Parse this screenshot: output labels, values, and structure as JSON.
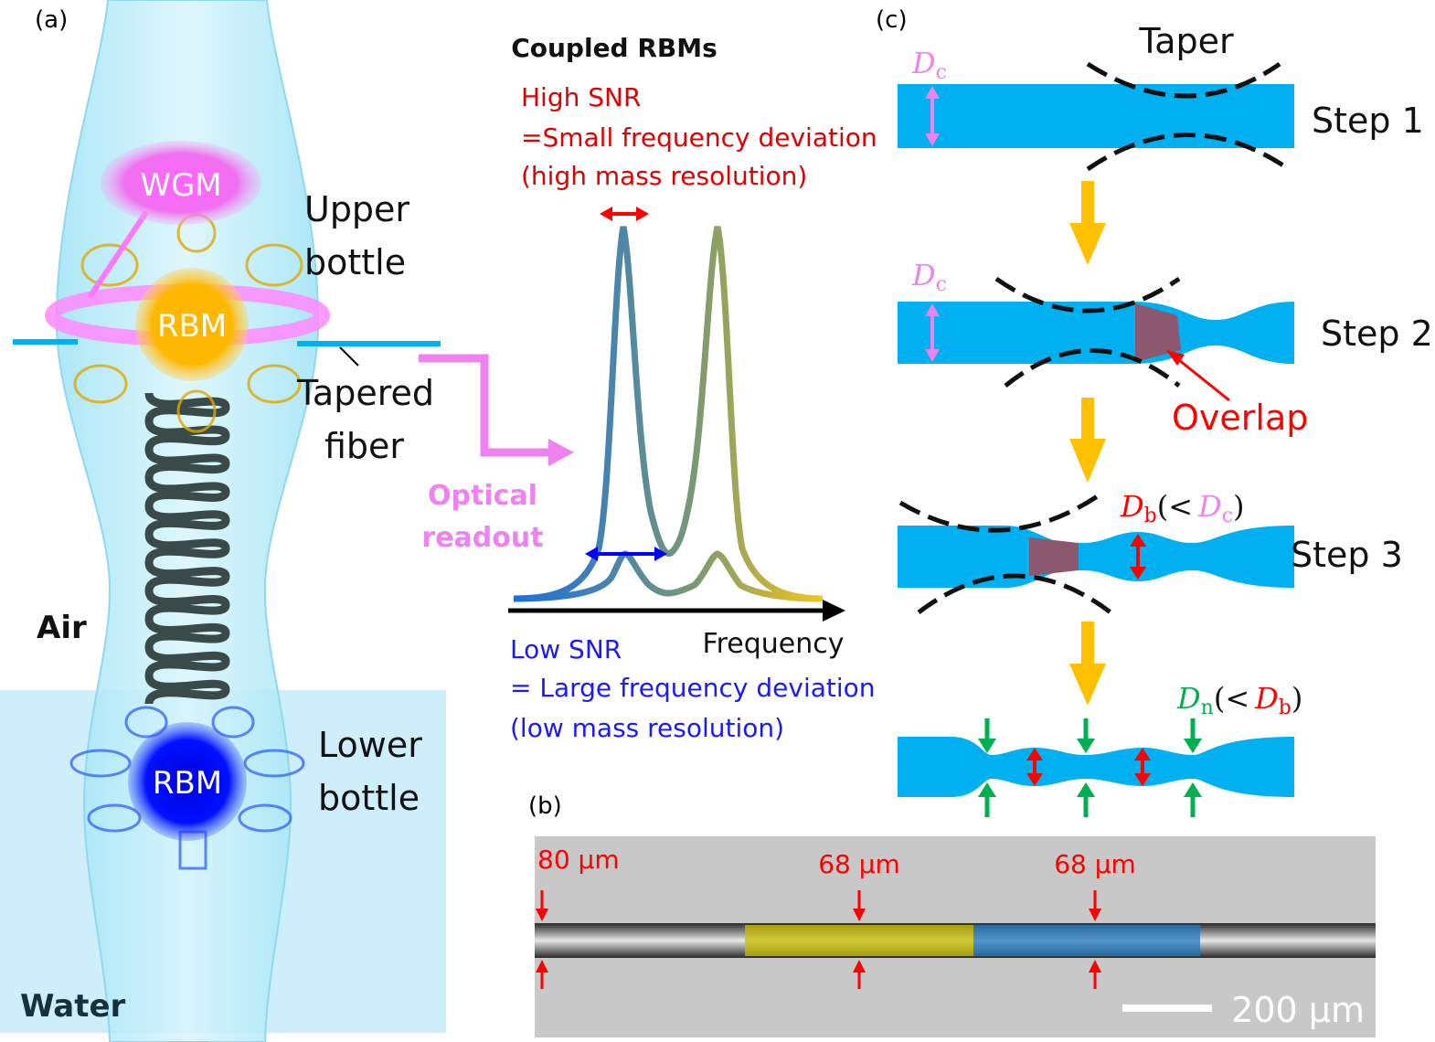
{
  "panel_a": {
    "label": "(a)",
    "wgm": "WGM",
    "rbm_upper": "RBM",
    "rbm_lower": "RBM",
    "upper_bottle_1": "Upper",
    "upper_bottle_2": "bottle",
    "tapered_1": "Tapered",
    "tapered_2": "fiber",
    "air": "Air",
    "water": "Water",
    "lower_bottle_1": "Lower",
    "lower_bottle_2": "bottle",
    "optical_1": "Optical",
    "optical_2": "readout"
  },
  "spectrum": {
    "title": "Coupled RBMs",
    "high_1": "High SNR",
    "high_2": "=Small frequency deviation",
    "high_3": "(high mass resolution)",
    "low_1": "Low SNR",
    "low_2": "= Large frequency deviation",
    "low_3": "(low mass resolution)",
    "xaxis": "Frequency"
  },
  "panel_c": {
    "label": "(c)",
    "taper": "Taper",
    "step1": "Step 1",
    "step2": "Step 2",
    "step3": "Step 3",
    "overlap": "Overlap",
    "dc_sym": "D",
    "dc_sub": "c",
    "db_sym": "D",
    "db_sub": "b",
    "dn_sym": "D",
    "dn_sub": "n",
    "lt": "(<",
    "rp": ")"
  },
  "panel_b": {
    "label": "(b)",
    "m1": "80 μm",
    "m2": "68 μm",
    "m3": "68 μm",
    "scale": "200 μm"
  },
  "colors": {
    "fiber_blue": "#00b0f0",
    "arrow_orange": "#ffc000",
    "pink": "#ee82ee",
    "red": "#ff0000",
    "green": "#00b050",
    "overlap": "#8b5870"
  }
}
